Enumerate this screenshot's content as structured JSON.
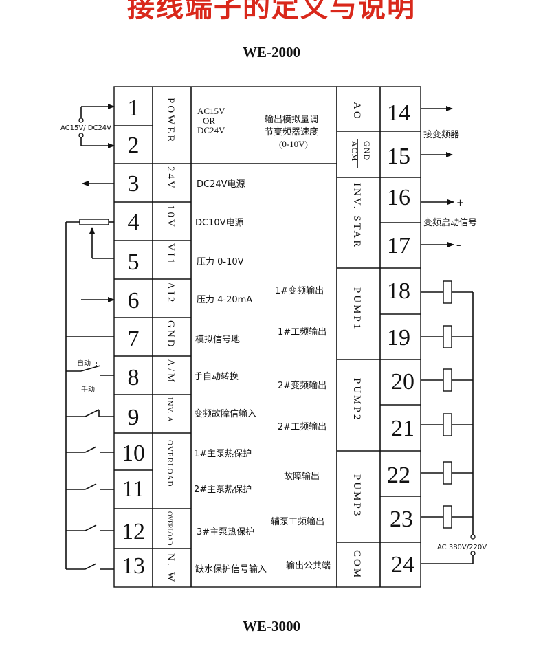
{
  "title": "接线端子的定义与说明",
  "model_top": "WE-2000",
  "model_bottom": "WE-3000",
  "left_terminals": [
    {
      "num": "1"
    },
    {
      "num": "2"
    },
    {
      "num": "3"
    },
    {
      "num": "4"
    },
    {
      "num": "5"
    },
    {
      "num": "6"
    },
    {
      "num": "7"
    },
    {
      "num": "8"
    },
    {
      "num": "9"
    },
    {
      "num": "10"
    },
    {
      "num": "11"
    },
    {
      "num": "12"
    },
    {
      "num": "13"
    }
  ],
  "left_codes": {
    "power": "POWER",
    "v24": "24V",
    "v10": "10V",
    "vi1": "VI1",
    "ai2": "AI2",
    "gnd": "GND",
    "am": "A/M",
    "inva": "INV. A",
    "overload": "OVERLOAD",
    "overload12": "OVERLOAD",
    "nw": "N. W"
  },
  "left_descriptions": {
    "ac15v": "AC15V",
    "or": "OR",
    "dc24v": "DC24V",
    "d3": "DC24V电源",
    "d4": "DC10V电源",
    "d5": "压力 0-10V",
    "d6": "压力 4-20mA",
    "d7": "模拟信号地",
    "d8": "手自动转换",
    "d9": "变频故障信输入",
    "d10": "1#主泵热保护",
    "d11": "2#主泵热保护",
    "d12": "3#主泵热保护",
    "d13": "缺水保护信号输入"
  },
  "supply_label": "AC15V/ DC24V",
  "auto_label": "自动",
  "manual_label": "手动",
  "right_descriptions": {
    "ao_line1": "输出模拟量调",
    "ao_line2": "节变频器速度",
    "ao_line3": "(0-10V)",
    "d18": "1#变频输出",
    "d19": "1#工频输出",
    "d20": "2#变频输出",
    "d21": "2#工频输出",
    "d22": "故障输出",
    "d23": "辅泵工频输出",
    "d24": "输出公共端"
  },
  "right_codes": {
    "ao": "AO",
    "acm": "ACM",
    "gnd": "GND",
    "invstar": "INV. STAR",
    "pump1": "PUMP1",
    "pump2": "PUMP2",
    "pump3": "PUMP3",
    "com": "COM"
  },
  "right_terminals": [
    {
      "num": "14"
    },
    {
      "num": "15"
    },
    {
      "num": "16"
    },
    {
      "num": "17"
    },
    {
      "num": "18"
    },
    {
      "num": "19"
    },
    {
      "num": "20"
    },
    {
      "num": "21"
    },
    {
      "num": "22"
    },
    {
      "num": "23"
    },
    {
      "num": "24"
    }
  ],
  "outer_right": {
    "to_inverter": "接变频器",
    "plus": "+",
    "start_signal": "变频启动信号",
    "minus": "–",
    "ac_supply": "AC 380V/220V"
  }
}
